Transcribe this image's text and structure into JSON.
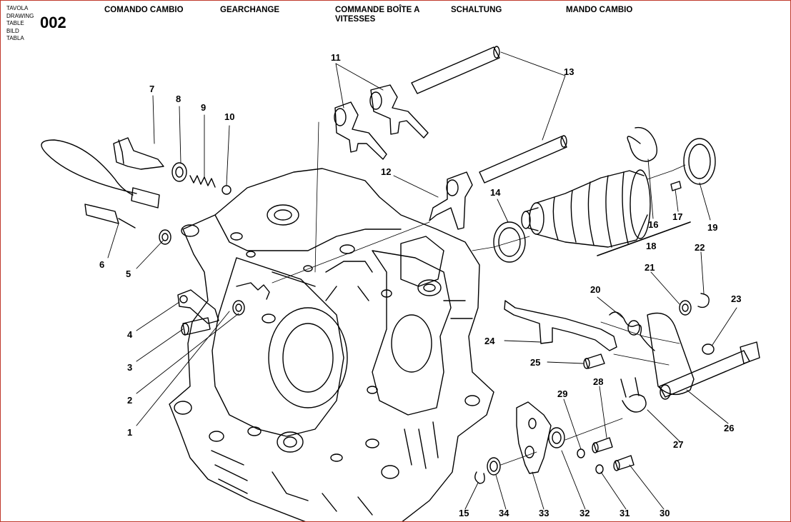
{
  "drawing_number": "002",
  "sheet_labels": [
    "TAVOLA",
    "DRAWING",
    "TABLE",
    "BILD",
    "TABLA"
  ],
  "headers": [
    "COMANDO CAMBIO",
    "GEARCHANGE",
    "COMMANDE BOÎTE A VITESSES",
    "SCHALTUNG",
    "MANDO CAMBIO"
  ],
  "callouts": [
    "1",
    "2",
    "3",
    "4",
    "5",
    "6",
    "7",
    "8",
    "9",
    "10",
    "11",
    "12",
    "13",
    "14",
    "15",
    "16",
    "17",
    "18",
    "19",
    "20",
    "21",
    "22",
    "23",
    "24",
    "25",
    "26",
    "27",
    "28",
    "29",
    "30",
    "31",
    "32",
    "33",
    "34"
  ]
}
